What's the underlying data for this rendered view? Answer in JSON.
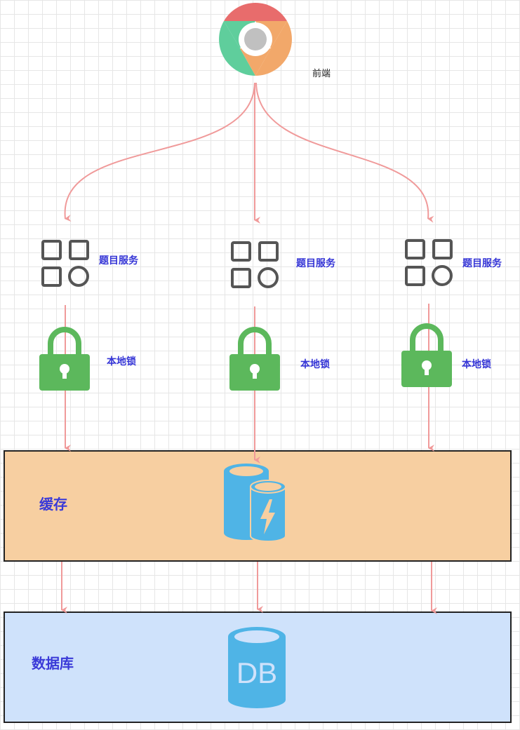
{
  "frontend": {
    "label": "前端",
    "icon": "chrome-icon"
  },
  "services": [
    {
      "label": "题目服务",
      "icon": "apps-grid-icon",
      "lock_label": "本地锁",
      "lock_icon": "padlock-icon"
    },
    {
      "label": "题目服务",
      "icon": "apps-grid-icon",
      "lock_label": "本地锁",
      "lock_icon": "padlock-icon"
    },
    {
      "label": "题目服务",
      "icon": "apps-grid-icon",
      "lock_label": "本地锁",
      "lock_icon": "padlock-icon"
    }
  ],
  "cache": {
    "label": "缓存",
    "icon": "cache-database-icon",
    "color": "#f7cfa1"
  },
  "database": {
    "label": "数据库",
    "icon_text": "DB",
    "icon": "database-icon",
    "color": "#cfe2fb"
  },
  "colors": {
    "arrow": "#f09a9a",
    "lock": "#5cb85c",
    "service_icon": "#555555",
    "db_icon": "#4fb4e6",
    "label_blue": "#3535d6"
  }
}
